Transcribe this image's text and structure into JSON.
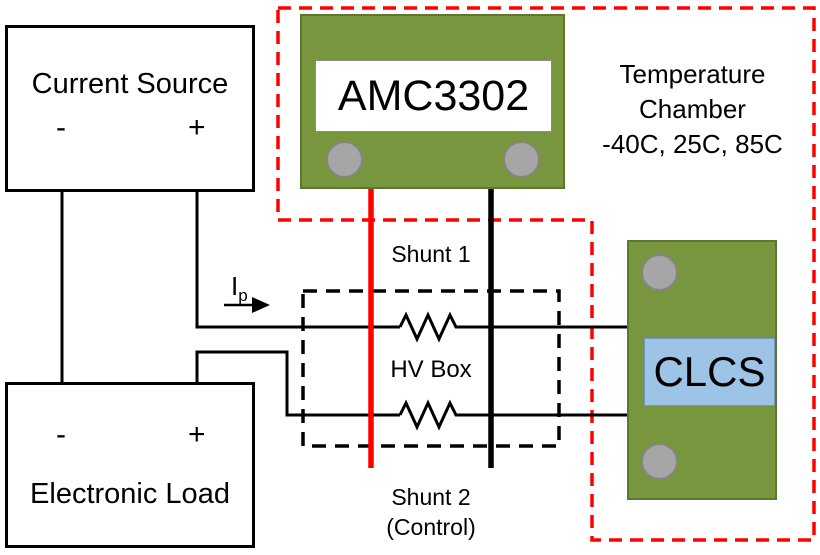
{
  "boxes": {
    "current_source": {
      "title": "Current Source",
      "minus": "-",
      "plus": "+"
    },
    "electronic_load": {
      "title": "Electronic Load",
      "minus": "-",
      "plus": "+"
    },
    "amc_board": {
      "label": "AMC3302"
    },
    "clcs_board": {
      "label": "CLCS"
    }
  },
  "chamber": {
    "line1": "Temperature",
    "line2": "Chamber",
    "line3": "-40C, 25C, 85C"
  },
  "hv_box": {
    "label": "HV Box"
  },
  "shunts": {
    "shunt1": "Shunt 1",
    "shunt2": "Shunt 2",
    "shunt2_note": "(Control)"
  },
  "current_arrow": {
    "symbol": "I",
    "subscript": "p"
  },
  "colors": {
    "board_green": "#78963E",
    "connector_gray": "#A6A6A6",
    "clcs_blue": "#9DC3E6",
    "wire_red": "#FF0000",
    "wire_black": "#000000",
    "chamber_outline_red": "#FF0000"
  }
}
